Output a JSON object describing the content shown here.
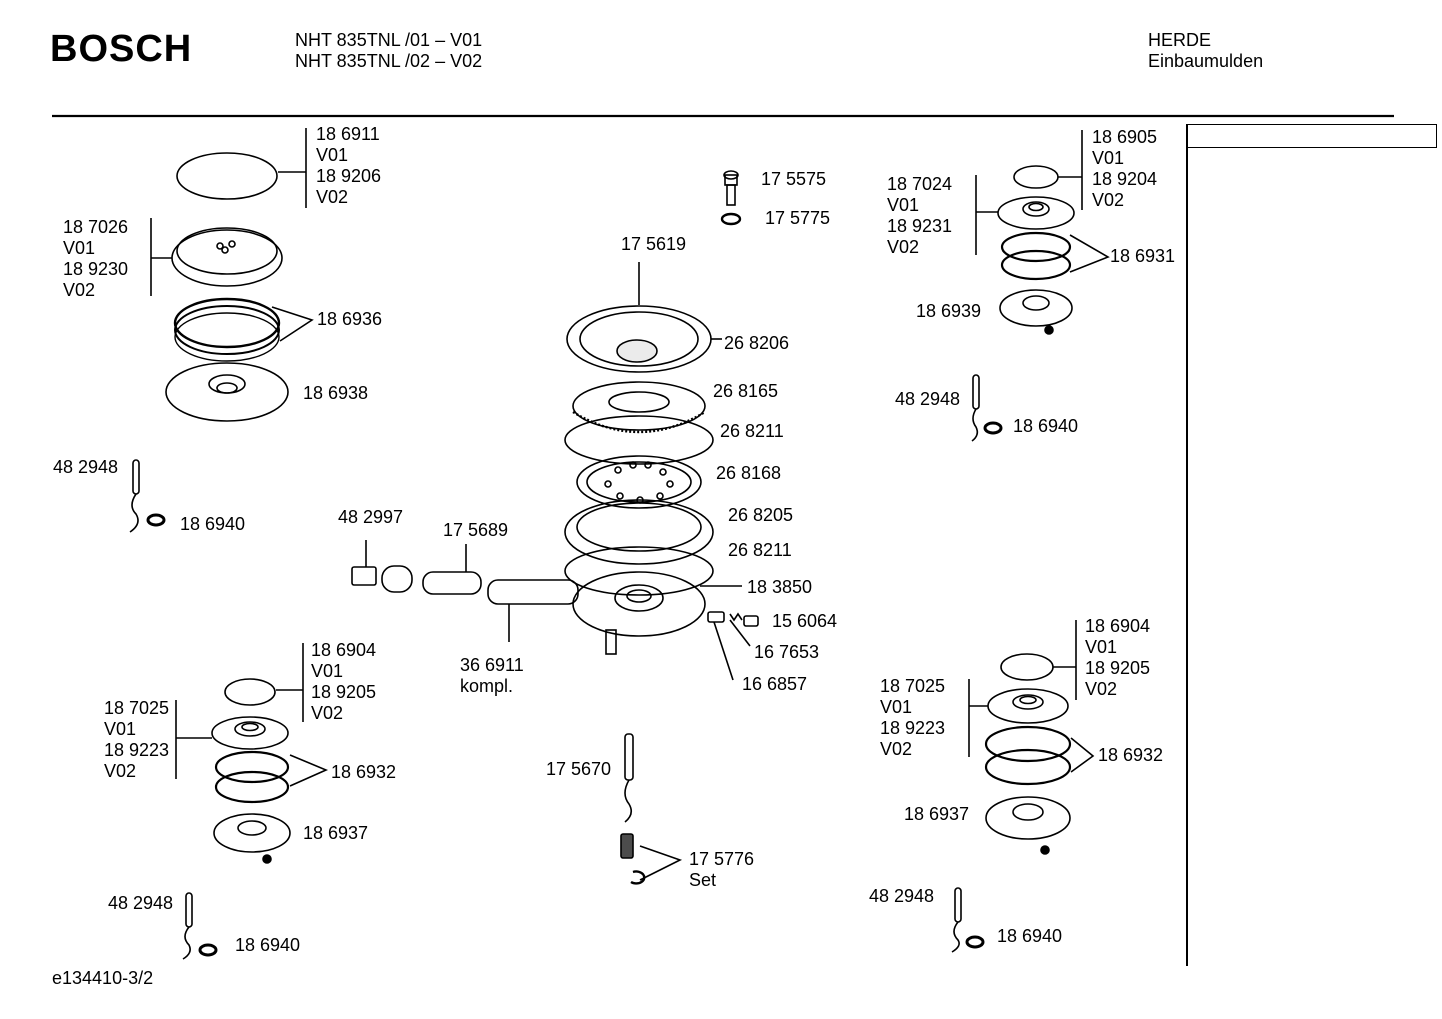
{
  "header": {
    "brand": "BOSCH",
    "model_line_1": "NHT 835TNL  /01 – V01",
    "model_line_2": "NHT 835TNL  /02 – V02",
    "category_line_1": "HERDE",
    "category_line_2": "Einbaumulden"
  },
  "footer": {
    "doc_id": "e134410-3/2"
  },
  "groups": {
    "tl_cap": [
      "18 6911",
      "V01",
      "18 9206",
      "V02"
    ],
    "tl_crown": [
      "18 7026",
      "V01",
      "18 9230",
      "V02"
    ],
    "tr_cap": [
      "18 6905",
      "V01",
      "18 9204",
      "V02"
    ],
    "tr_crown": [
      "18 7024",
      "V01",
      "18 9231",
      "V02"
    ],
    "bl_cap": [
      "18 6904",
      "V01",
      "18 9205",
      "V02"
    ],
    "bl_crown": [
      "18 7025",
      "V01",
      "18 9223",
      "V02"
    ],
    "br_cap": [
      "18 6904",
      "V01",
      "18 9205",
      "V02"
    ],
    "br_crown": [
      "18 7025",
      "V01",
      "18 9223",
      "V02"
    ],
    "center_main": [
      "36 6911",
      "kompl."
    ],
    "center_set": [
      "17 5776",
      "Set"
    ]
  },
  "labels": {
    "tl_ring": "18 6936",
    "tl_base": "18 6938",
    "tl_electrode": "48 2948",
    "tl_washer": "18 6940",
    "tr_ring": "18 6931",
    "tr_base": "18 6939",
    "tr_electrode": "48 2948",
    "tr_washer": "18 6940",
    "bl_ring": "18 6932",
    "bl_base": "18 6937",
    "bl_electrode": "48 2948",
    "bl_washer": "18 6940",
    "br_ring": "18 6932",
    "br_base": "18 6937",
    "br_electrode": "48 2948",
    "br_washer": "18 6940",
    "screw": "17 5575",
    "screw_washer": "17 5775",
    "c_top_cap": "17 5619",
    "c_crown_outer": "26 8206",
    "c_crown_inner": "26 8165",
    "c_ring_1": "26 8211",
    "c_distributor": "26 8168",
    "c_base": "26 8205",
    "c_ring_2": "26 8211",
    "c_body_ring": "18 3850",
    "c_nozzle": "15 6064",
    "c_spring": "16 7653",
    "c_fitting": "16 6857",
    "c_connector": "48 2997",
    "c_tube": "17 5689",
    "c_thermo": "17 5670"
  }
}
